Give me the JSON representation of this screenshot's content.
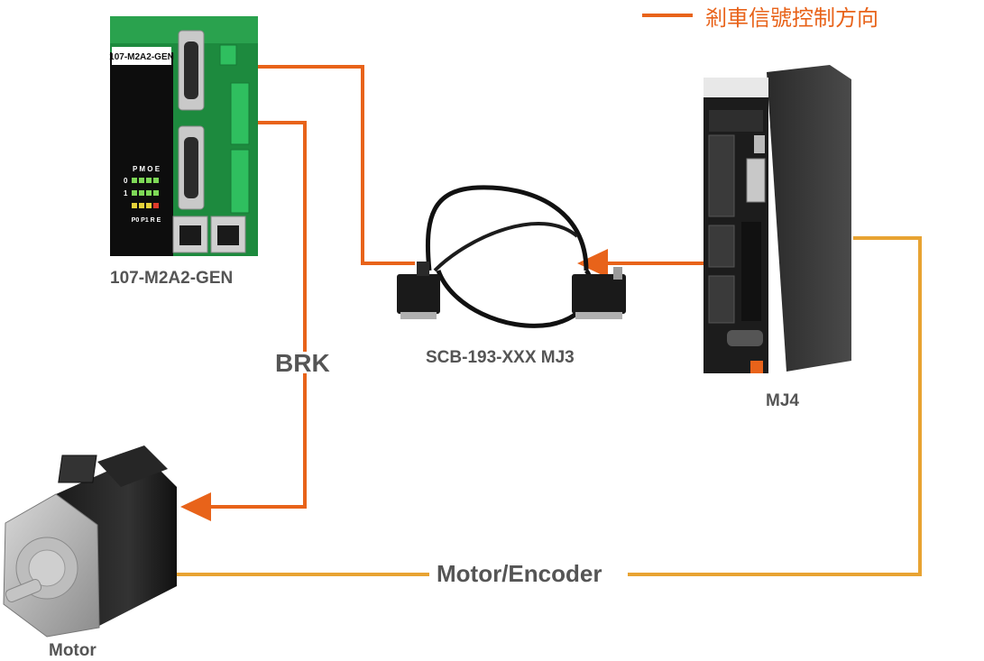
{
  "legend": {
    "label": "剎車信號控制方向",
    "color": "#E8631A"
  },
  "devices": {
    "controller": {
      "name": "107-M2A2-GEN",
      "panel_label": "107-M2A2-GEN",
      "led_header": "P M O E",
      "led_row0": "0",
      "led_row1": "1",
      "led_footer": "P0 P1 R E"
    },
    "cable": {
      "name": "SCB-193-XXX MJ3"
    },
    "drive": {
      "name": "MJ4"
    },
    "motor": {
      "name": "Motor"
    }
  },
  "connections": {
    "brake": {
      "label": "BRK",
      "color": "#E8631A"
    },
    "motor_encoder": {
      "label": "Motor/Encoder",
      "color": "#E8A332"
    }
  }
}
